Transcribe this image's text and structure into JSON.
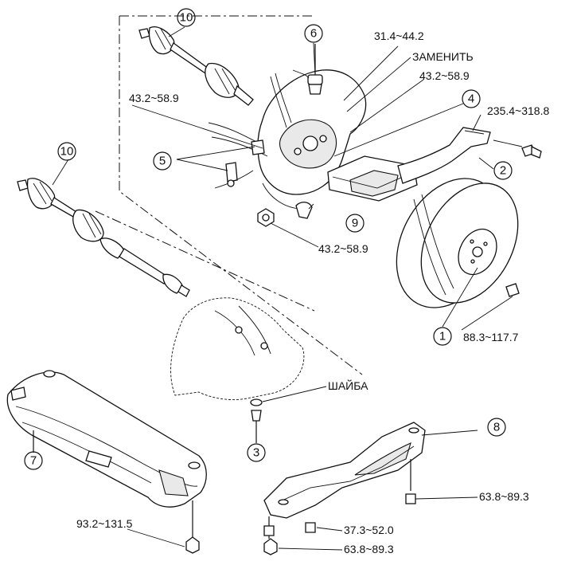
{
  "callouts": {
    "c1": "1",
    "c2": "2",
    "c3": "3",
    "c4": "4",
    "c5": "5",
    "c6": "6",
    "c7": "7",
    "c8": "8",
    "c9": "9",
    "c10a": "10",
    "c10b": "10"
  },
  "torque": {
    "t1": "31.4~44.2",
    "t2": "43.2~58.9",
    "t3": "43.2~58.9",
    "t4": "235.4~318.8",
    "t5": "43.2~58.9",
    "t6": "88.3~117.7",
    "t7": "63.8~89.3",
    "t8": "37.3~52.0",
    "t9": "63.8~89.3",
    "t10": "93.2~131.5"
  },
  "notes": {
    "replace": "ЗАМЕНИТЬ",
    "washer": "ШАЙБА"
  }
}
